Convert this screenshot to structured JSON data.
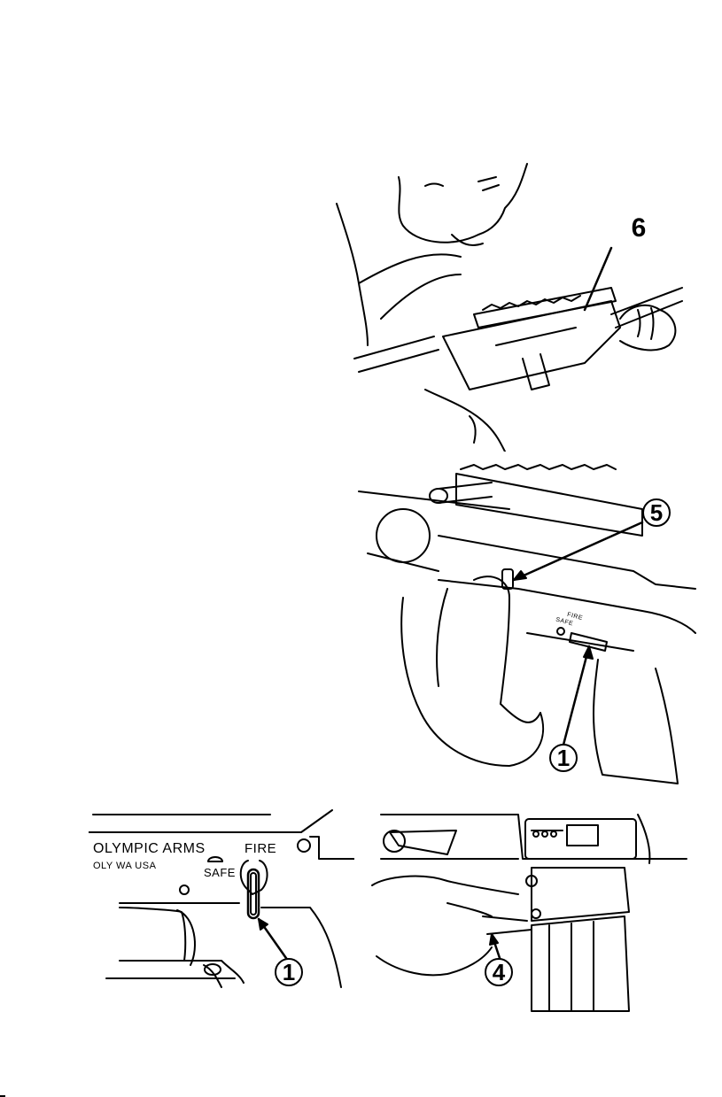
{
  "callouts": {
    "top": "6",
    "middle_bolt": "5",
    "middle_selector": "1",
    "bottom_left_selector": "1",
    "bottom_right_trigger": "4"
  },
  "receiver_markings": {
    "maker": "OLYMPIC ARMS",
    "location": "OLY WA USA",
    "fire": "FIRE",
    "safe": "SAFE"
  },
  "middle_selector_markings": {
    "fire": "FIRE",
    "safe": "SAFE"
  },
  "colors": {
    "ink": "#000000",
    "paper": "#ffffff"
  }
}
